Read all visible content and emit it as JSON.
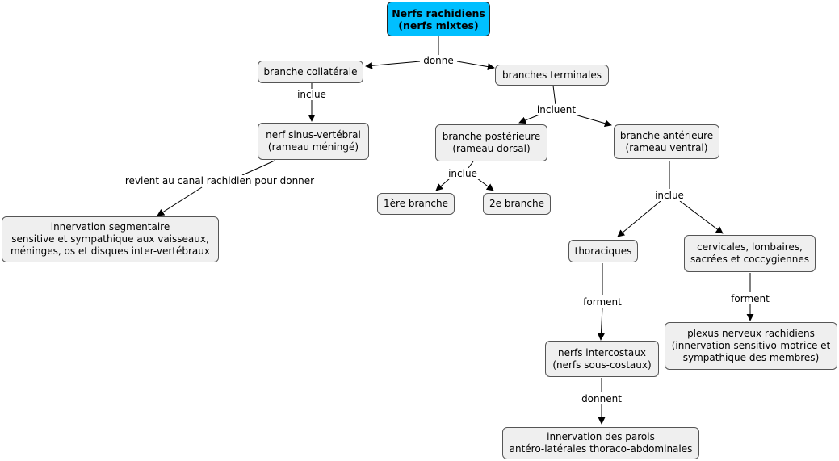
{
  "colors": {
    "root_fill": "#00bfff",
    "node_fill": "#efefef",
    "line": "#000000"
  },
  "nodes": {
    "root": "Nerfs rachidiens\n(nerfs mixtes)",
    "collaterale": "branche collatérale",
    "terminales": "branches terminales",
    "sinus": "nerf sinus-vertébral\n(rameau méningé)",
    "posterieure": "branche postérieure\n(rameau dorsal)",
    "anterieure": "branche antérieure\n(rameau ventral)",
    "premiere": "1ère branche",
    "deuxieme": "2e branche",
    "innervation_seg": "innervation segmentaire\n sensitive et sympathique aux vaisseaux,\nméninges, os et disques inter-vertébraux",
    "thoraciques": "thoraciques",
    "cervicales": "cervicales, lombaires,\nsacrées et coccygiennes",
    "intercostaux": "nerfs intercostaux\n(nerfs sous-costaux)",
    "plexus": "plexus nerveux rachidiens\n(innervation sensitivo-motrice et\nsympathique des membres)",
    "parois": "innervation des parois\nantéro-latérales thoraco-abdominales"
  },
  "links": {
    "donne": "donne",
    "inclue_1": "inclue",
    "incluent": "incluent",
    "revient": "revient au canal rachidien pour donner",
    "inclue_2": "inclue",
    "inclue_3": "inclue",
    "forment_1": "forment",
    "forment_2": "forment",
    "donnent": "donnent"
  }
}
